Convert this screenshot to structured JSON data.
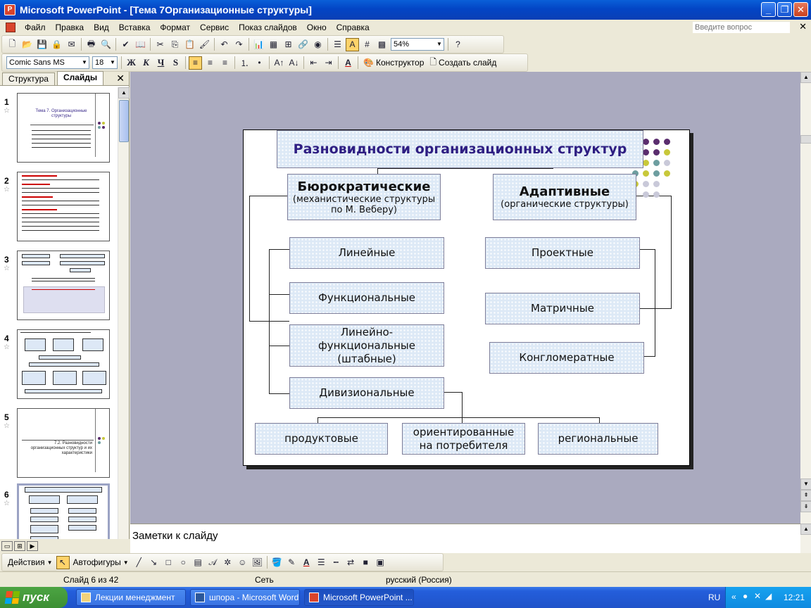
{
  "window": {
    "title": "Microsoft PowerPoint - [Тема 7Организационные структуры]",
    "btn_min": "_",
    "btn_max": "❐",
    "btn_close": "✕"
  },
  "menu": {
    "items": [
      "Файл",
      "Правка",
      "Вид",
      "Вставка",
      "Формат",
      "Сервис",
      "Показ слайдов",
      "Окно",
      "Справка"
    ],
    "help_placeholder": "Введите вопрос",
    "close": "✕"
  },
  "toolbar1": {
    "zoom": "54%"
  },
  "toolbar2": {
    "font": "Comic Sans MS",
    "size": "18",
    "bold": "Ж",
    "italic": "К",
    "underline": "Ч",
    "shadow": "S",
    "designer": "Конструктор",
    "new_slide": "Создать слайд"
  },
  "panel": {
    "tab_outline": "Структура",
    "tab_slides": "Слайды",
    "close": "✕",
    "slide_numbers": [
      "1",
      "2",
      "3",
      "4",
      "5",
      "6"
    ],
    "thumb1_title": "Тема 7. Организационные структуры",
    "thumb5_title": "7.2. Разновидности организационных структур и их характеристики"
  },
  "slide": {
    "title": "Разновидности организационных структур",
    "bureaucratic": {
      "heading": "Бюрократические",
      "sub": "(механистические структуры по М. Веберу)"
    },
    "adaptive": {
      "heading": "Адаптивные",
      "sub": "(органические структуры)"
    },
    "left_items": [
      "Линейные",
      "Функциональные",
      "Линейно-функциональные (штабные)",
      "Дивизиональные"
    ],
    "right_items": [
      "Проектные",
      "Матричные",
      "Конгломератные"
    ],
    "bottom_items": [
      "продуктовые",
      "ориентированные на потребителя",
      "региональные"
    ],
    "dot_colors": [
      "#5a2d6e",
      "#6d9ea0",
      "#c8c83a",
      "#c9c9d9"
    ]
  },
  "notes": {
    "placeholder": "Заметки к слайду"
  },
  "drawbar": {
    "actions": "Действия",
    "autoshapes": "Автофигуры"
  },
  "status": {
    "slide": "Слайд 6 из 42",
    "design": "Сеть",
    "language": "русский (Россия)"
  },
  "taskbar": {
    "start": "пуск",
    "tasks": [
      "Лекции менеджмент",
      "шпора - Microsoft Word",
      "Microsoft PowerPoint ..."
    ],
    "lang": "RU",
    "time": "12:21"
  }
}
